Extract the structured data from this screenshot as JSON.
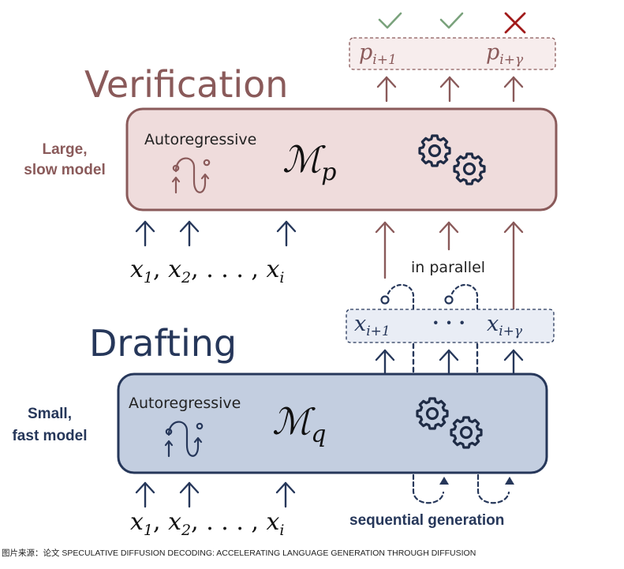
{
  "verification": {
    "title": "Verification",
    "side_label_line1": "Large,",
    "side_label_line2": "slow model",
    "autoregressive_label": "Autoregressive",
    "model_symbol": "ℳ",
    "model_subscript": "p",
    "inputs": {
      "x1": "x",
      "x1_sub": "1",
      "x2": "x",
      "x2_sub": "2",
      "dots": ", . . . ,",
      "xi": "x",
      "xi_sub": "i",
      "comma": ","
    },
    "outputs": {
      "first": "p",
      "first_sub": "i+1",
      "last": "p",
      "last_sub": "i+γ"
    },
    "marks": {
      "first": "check",
      "second": "check",
      "third": "cross"
    },
    "parallel_label": "in parallel",
    "colors": {
      "box_fill": "#efdcdc",
      "box_stroke": "#8a5a5a",
      "title": "#8a5a5a",
      "arrow": "#8a5a5a",
      "check": "#7aa27c",
      "cross": "#a11a1a"
    }
  },
  "drafting": {
    "title": "Drafting",
    "side_label_line1": "Small,",
    "side_label_line2": "fast model",
    "autoregressive_label": "Autoregressive",
    "model_symbol": "ℳ",
    "model_subscript": "q",
    "inputs": {
      "x1": "x",
      "x1_sub": "1",
      "x2": "x",
      "x2_sub": "2",
      "dots": ", . . . ,",
      "xi": "x",
      "xi_sub": "i",
      "comma": ","
    },
    "drafts": {
      "first": "x",
      "first_sub": "i+1",
      "middle": "· · ·",
      "last": "x",
      "last_sub": "i+γ"
    },
    "sequential_label": "sequential generation",
    "colors": {
      "box_fill": "#c3cee0",
      "box_stroke": "#26375a",
      "title": "#26375a",
      "arrow": "#26375a"
    }
  },
  "caption": "图片来源：论文 SPECULATIVE DIFFUSION DECODING: ACCELERATING LANGUAGE GENERATION THROUGH DIFFUSION"
}
